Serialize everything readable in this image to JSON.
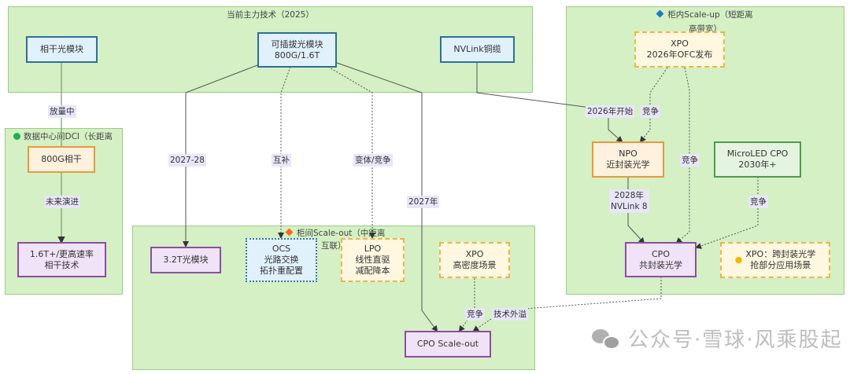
{
  "groups": {
    "current": {
      "title": "当前主力技术（2025）"
    },
    "dci": {
      "title": "数据中心间DCI（长距离",
      "icon": "green-circle"
    },
    "scale_up": {
      "title_line1": "柜内Scale-up（短距离",
      "title_line2": "高带宽）",
      "icon": "blue-diamond"
    },
    "scale_out": {
      "title_line1": "柜间Scale-out（中距离",
      "title_line2": "互联）",
      "icon": "orange-diamond"
    }
  },
  "nodes": {
    "coherent_module": "相干光模块",
    "pluggable": "可插拔光模块\n800G/1.6T",
    "nvlink_copper": "NVLink铜缆",
    "coherent_800g": "800G相干",
    "coherent_future": "1.6T+/更高速率\n相干技术",
    "module_3_2t": "3.2T光模块",
    "ocs": "OCS\n光路交换\n拓扑重配置",
    "lpo": "LPO\n线性直驱\n减配降本",
    "xpo_density": "XPO\n高密度场景",
    "cpo_scale_out": "CPO Scale-out",
    "xpo_ofc": "XPO\n2026年OFC发布",
    "npo": "NPO\n近封装光学",
    "microled_cpo": "MicroLED CPO\n2030年+",
    "cpo": "CPO\n共封装光学",
    "xpo_note": "XPO：跨封装光学\n抢部分应用场景"
  },
  "edge_labels": {
    "ramping": "放量中",
    "future_evolution": "未来演进",
    "y2027_28": "2027-28",
    "complementary": "互补",
    "variant_competition": "变体/竞争",
    "y2027": "2027年",
    "start_2026": "2026年开始",
    "competition_1": "竞争",
    "competition_2": "竞争",
    "y2028_nvlink8": "2028年\nNVLink 8",
    "competition_3": "竞争",
    "competition_4": "竞争",
    "tech_spillover": "技术外溢"
  },
  "watermark": "公众号·雪球·风乘股起"
}
